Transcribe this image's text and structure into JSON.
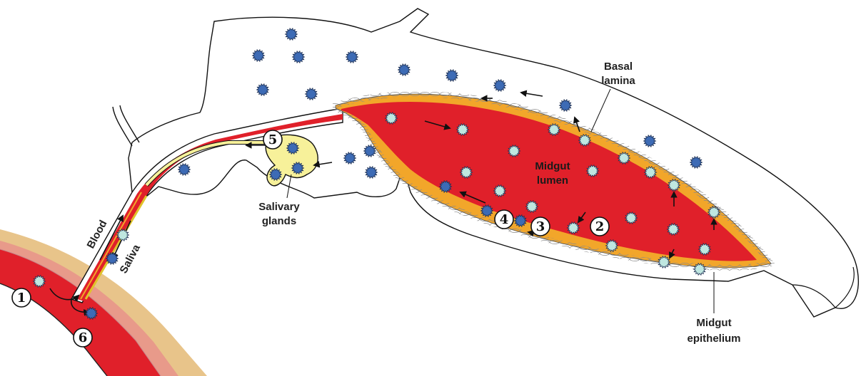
{
  "labels": {
    "basal_lamina_1": "Basal",
    "basal_lamina_2": "lamina",
    "midgut_lumen_1": "Midgut",
    "midgut_lumen_2": "lumen",
    "salivary_1": "Salivary",
    "salivary_2": "glands",
    "midgut_epithelium_1": "Midgut",
    "midgut_epithelium_2": "epithelium",
    "blood": "Blood",
    "saliva": "Saliva"
  },
  "steps": [
    "1",
    "2",
    "3",
    "4",
    "5",
    "6"
  ],
  "colors": {
    "blood_red": "#e0202a",
    "epithelium_orange": "#f2a62a",
    "gland_yellow": "#f7f19a",
    "virus_dark": "#3d6bb5",
    "virus_light": "#bfe7e0",
    "skin_tan": "#e8c48a",
    "skin_pink": "#e89a8a"
  },
  "icons": [
    "virus-particle-icon",
    "arrow-icon"
  ]
}
